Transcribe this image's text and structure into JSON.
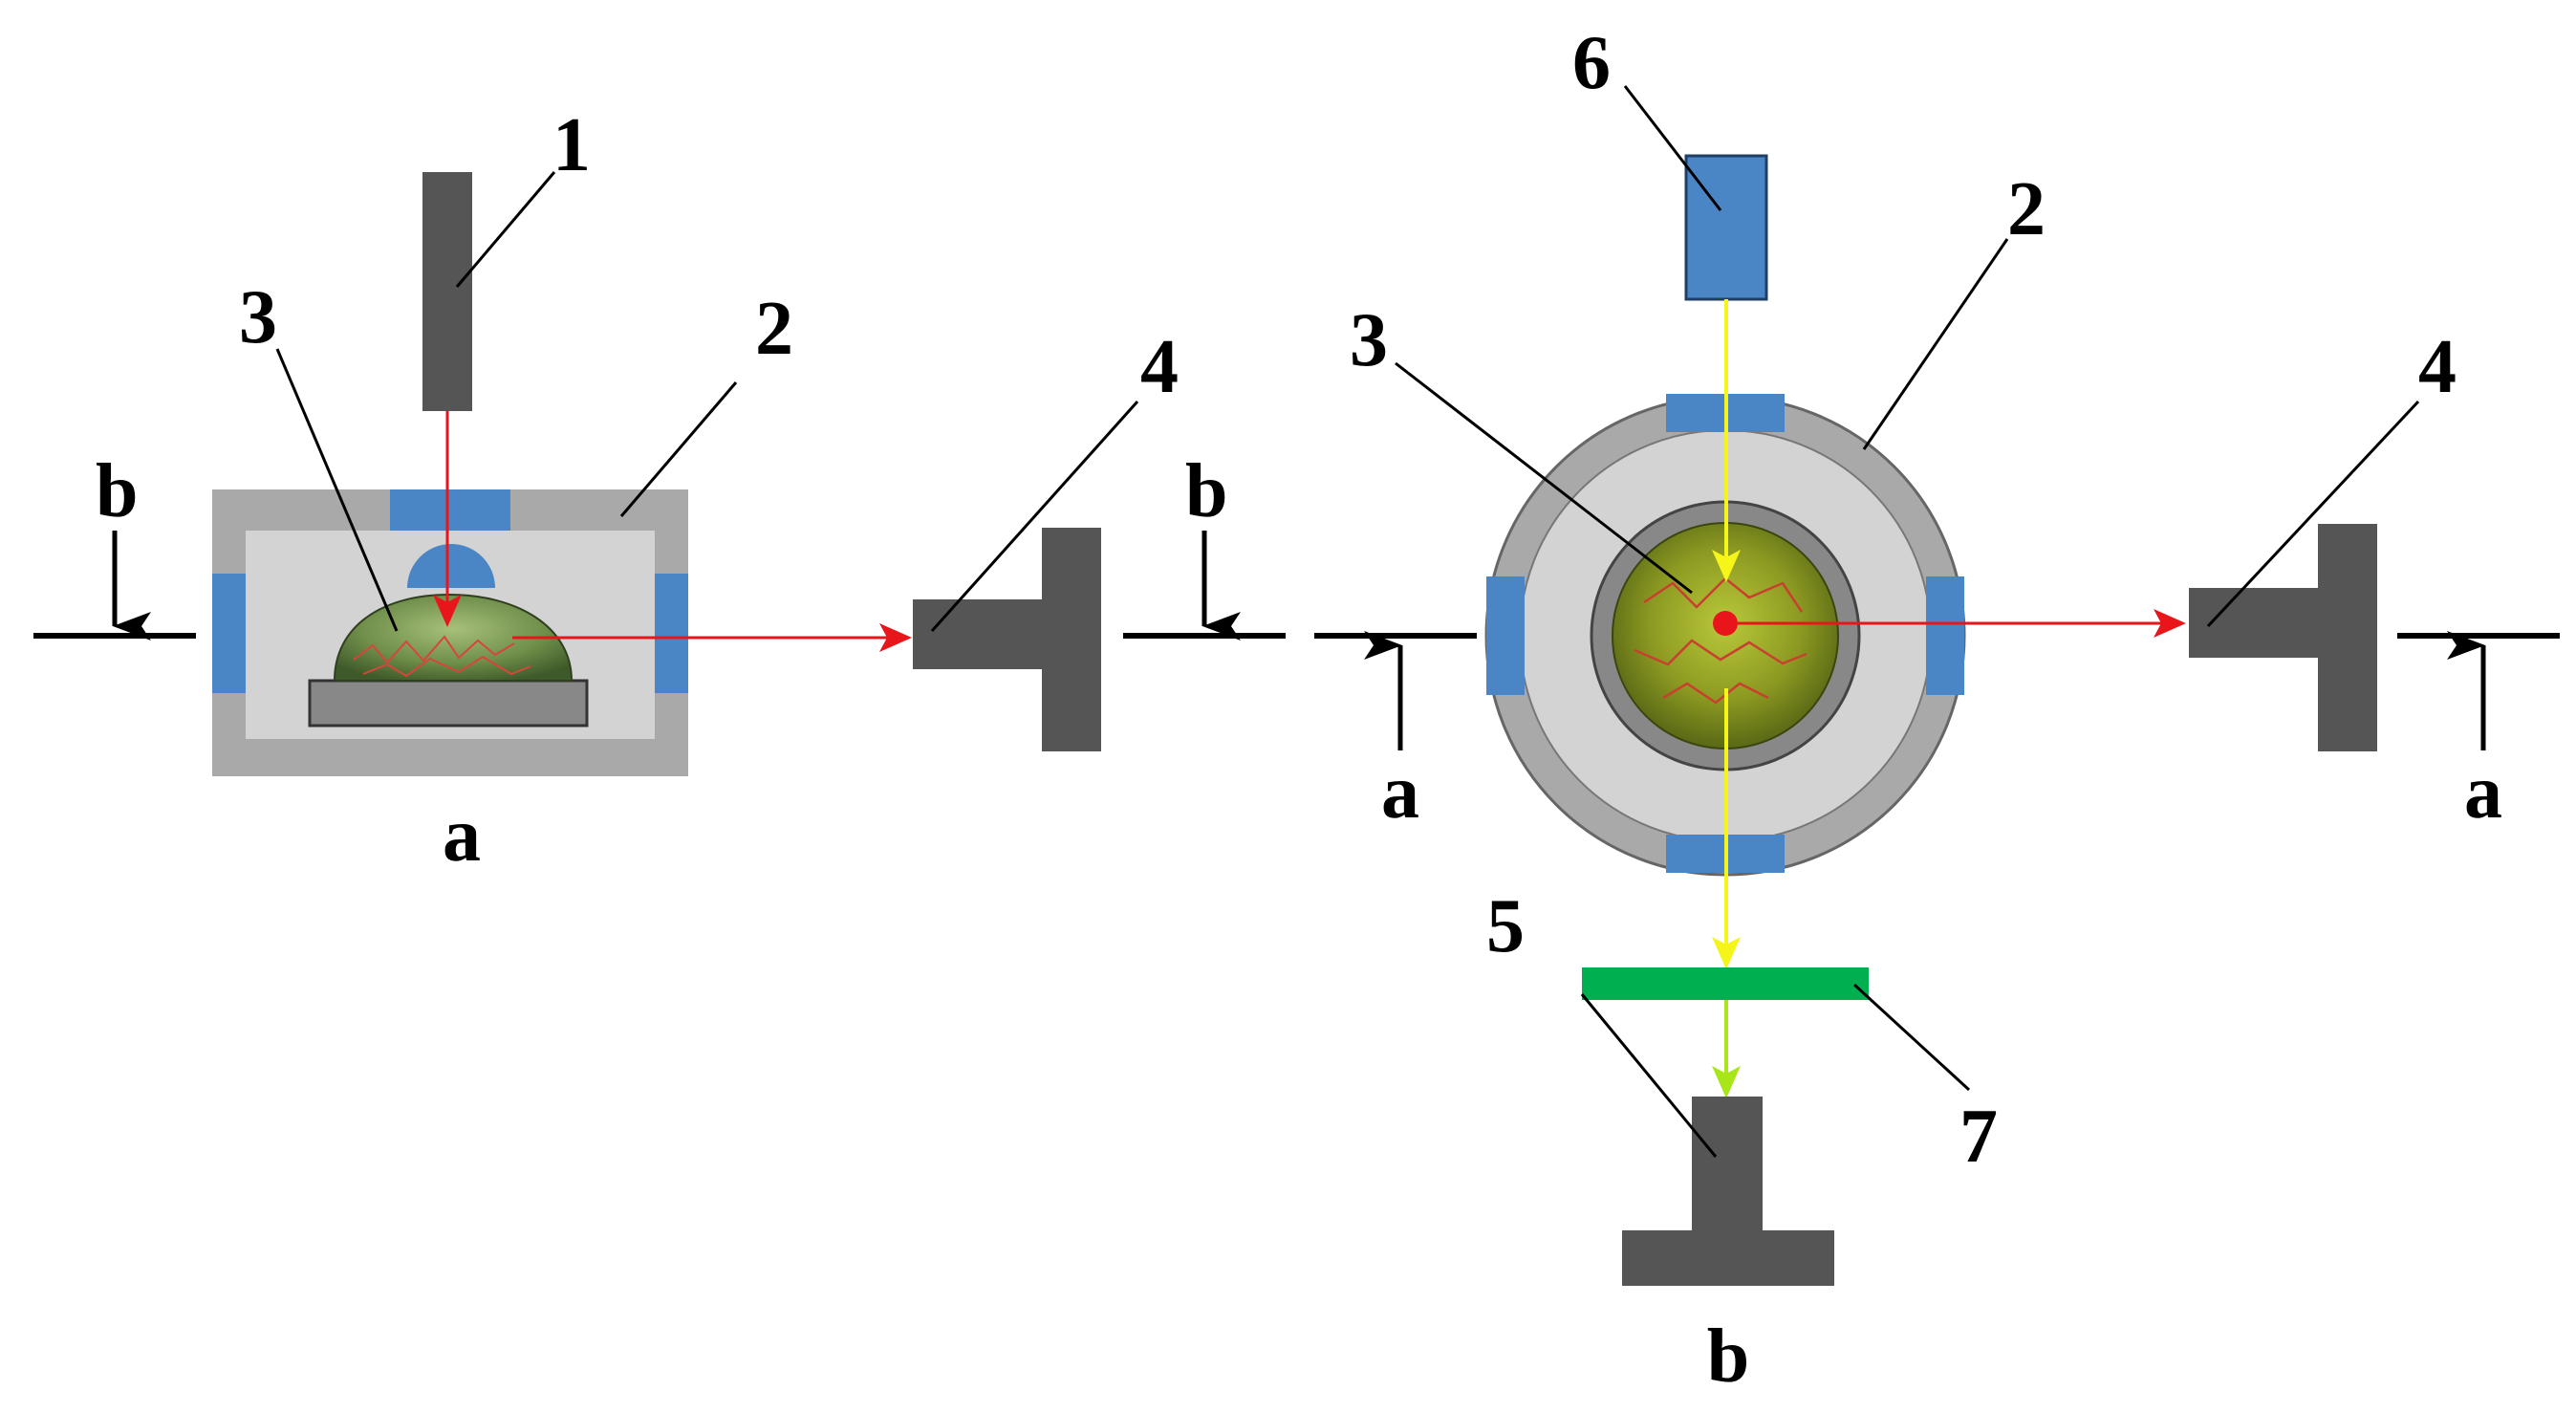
{
  "labels": {
    "n1": "1",
    "n2_left": "2",
    "n3_left": "3",
    "n4_left": "4",
    "n2_right": "2",
    "n3_right": "3",
    "n4_right": "4",
    "n5": "5",
    "n6": "6",
    "n7": "7",
    "section_a_left": "a",
    "section_b_right": "b",
    "cut_b_left": "b",
    "cut_b_right": "b",
    "cut_a_left": "a",
    "cut_a_right": "a"
  },
  "colors": {
    "housing_outer": "#a9a9a9",
    "housing_inner": "#d3d3d3",
    "window_blue": "#4a86c5",
    "detector_dark": "#555555",
    "laser_red": "#e8161b",
    "fluorescence_yellow": "#f5f51a",
    "filter_green": "#00b050",
    "filtered_beam": "#a8e61a",
    "sample_green": "#6f8f3a",
    "sample_yellow_green": "#a9b51e"
  }
}
